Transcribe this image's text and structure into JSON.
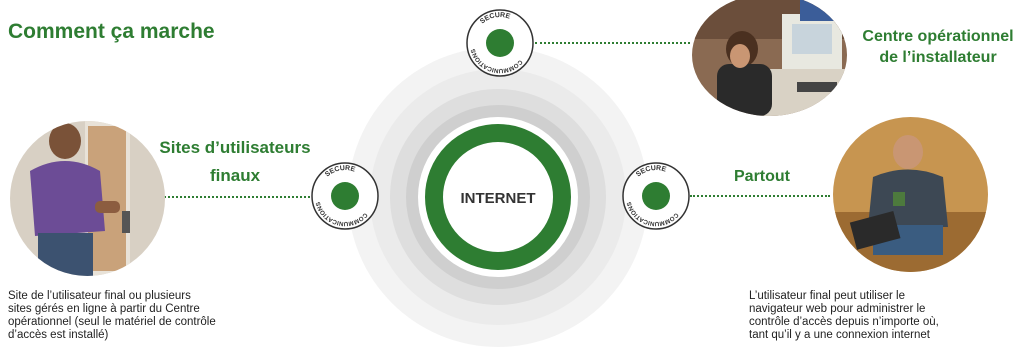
{
  "title": "Comment ça marche",
  "center": {
    "label": "INTERNET"
  },
  "badge": {
    "top": "SECURE",
    "bottom": "COMMUNICATIONS"
  },
  "nodes": {
    "installer": {
      "label_line1": "Centre opérationnel",
      "label_line2": "de l’installateur"
    },
    "end_user_sites": {
      "label_line1": "Sites d’utilisateurs",
      "label_line2": "finaux",
      "desc": [
        "Site de l’utilisateur final ou plusieurs",
        "sites gérés en ligne à partir du Centre",
        "opérationnel (seul le matériel de contrôle",
        "d’accès est installé)"
      ]
    },
    "anywhere": {
      "label": "Partout",
      "desc": [
        "L’utilisateur final peut utiliser le",
        "navigateur web pour administrer le",
        "contrôle d’accès depuis n’importe où,",
        "tant qu’il y a une connexion internet"
      ]
    }
  },
  "colors": {
    "brand_green": "#2e7d32",
    "ring_gray": "#e6e6e6",
    "ring_mid": "#d0d0d0"
  }
}
